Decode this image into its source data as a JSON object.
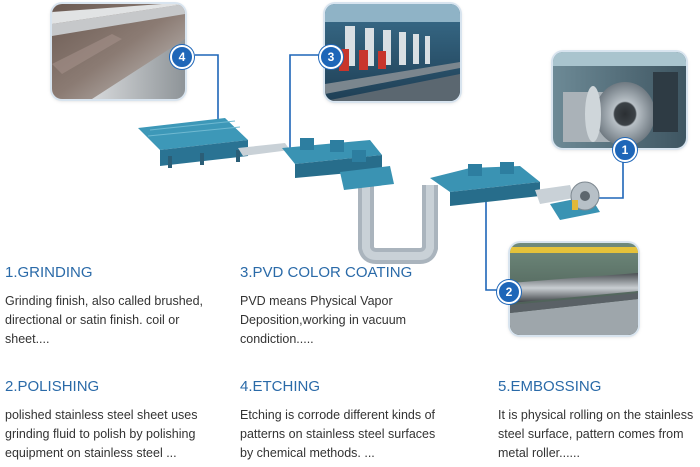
{
  "badges": {
    "b1": "1",
    "b2": "2",
    "b3": "3",
    "b4": "4"
  },
  "steps": {
    "grinding": {
      "title": "1.GRINDING",
      "lines": [
        "Grinding finish, also called brushed,",
        "directional or satin finish. coil or",
        "sheet...."
      ]
    },
    "pvd": {
      "title": "3.PVD COLOR COATING",
      "lines": [
        "PVD means Physical Vapor",
        "Deposition,working in vacuum",
        "condiction....."
      ]
    },
    "polishing": {
      "title": "2.POLISHING",
      "lines": [
        "polished stainless steel sheet uses",
        "grinding fluid to polish by polishing",
        "equipment on stainless steel ..."
      ]
    },
    "etching": {
      "title": "4.ETCHING",
      "lines": [
        "Etching is corrode different kinds of",
        "patterns on stainless steel surfaces",
        "by chemical methods. ..."
      ]
    },
    "embossing": {
      "title": "5.EMBOSSING",
      "lines": [
        "It is physical rolling on the stainless",
        "steel surface, pattern comes from",
        "metal roller......"
      ]
    }
  },
  "colors": {
    "accent": "#1e66b8",
    "title": "#2a6aa8",
    "machine": "#2f8fb0",
    "steel": "#9aa7b3"
  }
}
